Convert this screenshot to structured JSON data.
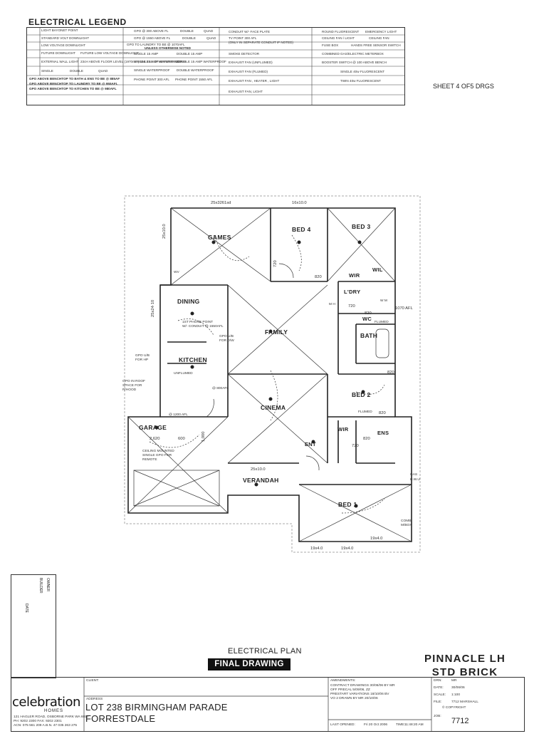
{
  "legend": {
    "title": "ELECTRICAL LEGEND",
    "col1": [
      "LIGHT BAYONET POINT",
      "STANDARD VOLT DOWNLIGHT",
      "LOW VOLTAGE DOWNLIGHT",
      "FUTURE DOWNLIGHT",
      "EXTERNAL WALL LIGHT",
      "SINGLE"
    ],
    "col1_extra": [
      "FUTURE LOW VOLTAGE DOWNLIGHT",
      "23cH ABOVE FLOOR LEVEL (1970mm) UNLESS OTHERWISE NOTED",
      "DOUBLE",
      "QUAD"
    ],
    "col2": [
      "GPO @ 300 ABOVE FL",
      "DOUBLE",
      "QUAD",
      "GPO @ 1550 ABOVE FL",
      "DOUBLE",
      "QUAD",
      "GPO TO LAUNDRY TO BE @ 1070AFL",
      "UNLESS OTHERWISE NOTED",
      "SINGLE 15 AMP",
      "DOUBLE 15 AMP",
      "SINGLE 15 AMP WATERPROOF",
      "DOUBLE 15 AMP WATERPROOF",
      "SINGLE WATERPROOF",
      "DOUBLE WATERPROOF",
      "PHONE POINT 300 AFL",
      "PHONE POINT 1550 AFL"
    ],
    "col3": [
      "CONDUIT W/- FACE PLATE",
      "TV POINT 300 AFL",
      "(ONLY IN SEPARATE CONDUIT IF NOTED)",
      "SMOKE DETECTOR",
      "EXHAUST FAN (UNFLUMED)",
      "EXHAUST FAN (FLUMED)",
      "EXHAUST FAN , HEATER , LIGHT",
      "EXHAUST FAN, LIGHT"
    ],
    "col4": [
      "ROUND FLUORESCENT",
      "EMERGENCY LIGHT",
      "CEILING FAN / LIGHT",
      "CEILING FAN",
      "FUSE BOX",
      "HANDS FREE SENSOR SWITCH",
      "COMBINED GAS/ELECTRIC METERBOX",
      "BOOSTER SWITCH @ 100 ABOVE BENCH",
      "SINGLE 40w FLUORESCENT",
      "TWIN 40w FLUORESCENT"
    ],
    "gpo_notes": [
      "GPO ABOVE BENCHTOP TO BATH & ENS TO BE @ 885AF",
      "GPO ABOVE BENCHTOP TO LAUNDRY TO BE @ 955AFL",
      "GPO ABOVE BENCHTOP TO KITCHEN TO BE @ 980AFL"
    ]
  },
  "sheet": "SHEET 4 OF5 DRGS",
  "rooms": {
    "games": "GAMES",
    "bed4": "BED 4",
    "bed3": "BED 3",
    "wir1": "WIR",
    "wil": "WIL",
    "ldry": "L'DRY",
    "wc": "WC",
    "bath": "BATH",
    "dining": "DINING",
    "family": "FAMILY",
    "kitchen": "KITCHEN",
    "bed2": "BED 2",
    "cinema": "CINEMA",
    "garage": "GARAGE",
    "wir2": "WIR",
    "ens": "ENS",
    "ent": "ENT",
    "verandah": "VERANDAH",
    "bed1": "BED 1"
  },
  "dims": {
    "top1": "25x3261sd",
    "top2": "16x10.0",
    "games_side": "25x10.0",
    "dining_side": "25x24·10",
    "garage_w": "2,620",
    "garage_a": "600",
    "garage_b": "1,000",
    "verandah": "25x10.0",
    "bot1": "19x4.0",
    "bot2": "19x4.0",
    "bot3": "19x4.0",
    "bath_side": "1070 AFL",
    "d720a": "720",
    "d820a": "820",
    "d720b": "720",
    "d820b": "820",
    "d820c": "820",
    "d820d": "820",
    "d820e": "820",
    "d720c": "720"
  },
  "notes": {
    "phone": "1ST PHONE POINT",
    "phone2": "W/- CONDUIT @ 1550AFL",
    "gpo_ub": "GPO U/B",
    "for_dw": "FOR D/W",
    "gpo_ub2": "GPO U/B",
    "for_hp": "FOR HP",
    "gpo_roof": "GPO IN ROOF",
    "space": "SPACE FOR",
    "rhood": "R/HOOD",
    "unflumed": "UNFLUMED",
    "afl800": "@ 800AFL",
    "afl1200": "@ 1200 AFL",
    "ceiling1": "CEILING MOUNTED",
    "ceiling2": "SINGLE GPO FOR",
    "ceiling3": "REMOTE",
    "flumed": "FLUMED",
    "flumed2": "FLUMED",
    "gas": "GAS",
    "hwu": "H.W.U",
    "comb": "COMB",
    "mbox": "M/BOX",
    "mh": "M H",
    "wm": "W M",
    "wv": "WV"
  },
  "title_block": {
    "plan_title": "ELECTRICAL PLAN",
    "final": "FINAL DRAWING",
    "model_line1": "PINNACLE  LH",
    "model_line2": "STD  BRICK",
    "client_label": "CLIENT:",
    "address_label": "ADDRESS",
    "address_line1": "LOT 238 BIRMINGHAM PARADE",
    "address_line2": "FORRESTDALE",
    "logo": "celebration",
    "logo_sub": "HOMES",
    "company1": "121 HAGLER ROAD, OSBORNE PARK WA 6017",
    "company2": "PH: 9202 2300  FAX: 9202 2301",
    "company3": "ACN: 075 561 209 A.B.N. 47 035 263 275",
    "amendments_label": "AMENDMENTS:",
    "amend1": "CONTRACT DRAWINGS 30/06/06 BY MR",
    "amend2": "OFF PRECAL 5/09/06, ZZ",
    "amend3": "PRESTART VARIATIONS 18/10/06 BV",
    "amend4": "VO 2 DRAWN BY MR 20/10/06",
    "last_opened_label": "LAST OPENED:",
    "last_opened": "Fri 20 Oct 2006",
    "time_label": "TIME:",
    "time": "11:48:20 AM",
    "drn_label": "DRN:",
    "drn": "MR",
    "date_label": "DATE:",
    "date": "30/06/06",
    "scale_label": "SCALE:",
    "scale": "1:100",
    "file_label": "FILE:",
    "file": "7712 MARSHALL",
    "copyright": "© COPYRIGHT",
    "job_label": "JOB:",
    "job": "7712",
    "side_owner": "OWNER",
    "side_builder": "BUILDER",
    "side_date": "DATE"
  }
}
